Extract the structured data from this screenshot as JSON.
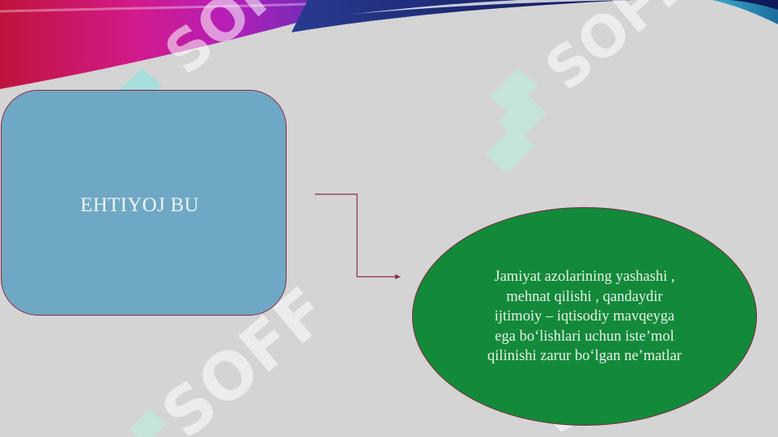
{
  "diagram": {
    "left_box": {
      "label": "EHTIYOJ BU"
    },
    "ellipse": {
      "lines": [
        "Jamiyat azolarining yashashi ,",
        "mehnat qilishi  , qandaydir",
        "ijtimoiy – iqtisodiy mavqeyga",
        "ega bo‘lishlari uchun iste’mol",
        "qilinishi zarur bo‘lgan ne’matlar"
      ]
    }
  },
  "watermark": {
    "text": "SOFF"
  },
  "colors": {
    "background": "#d4d4d4",
    "left_box": "#6fa8c4",
    "ellipse": "#138a3a",
    "border": "#8b2a45",
    "watermark": "#b8f0dc"
  }
}
